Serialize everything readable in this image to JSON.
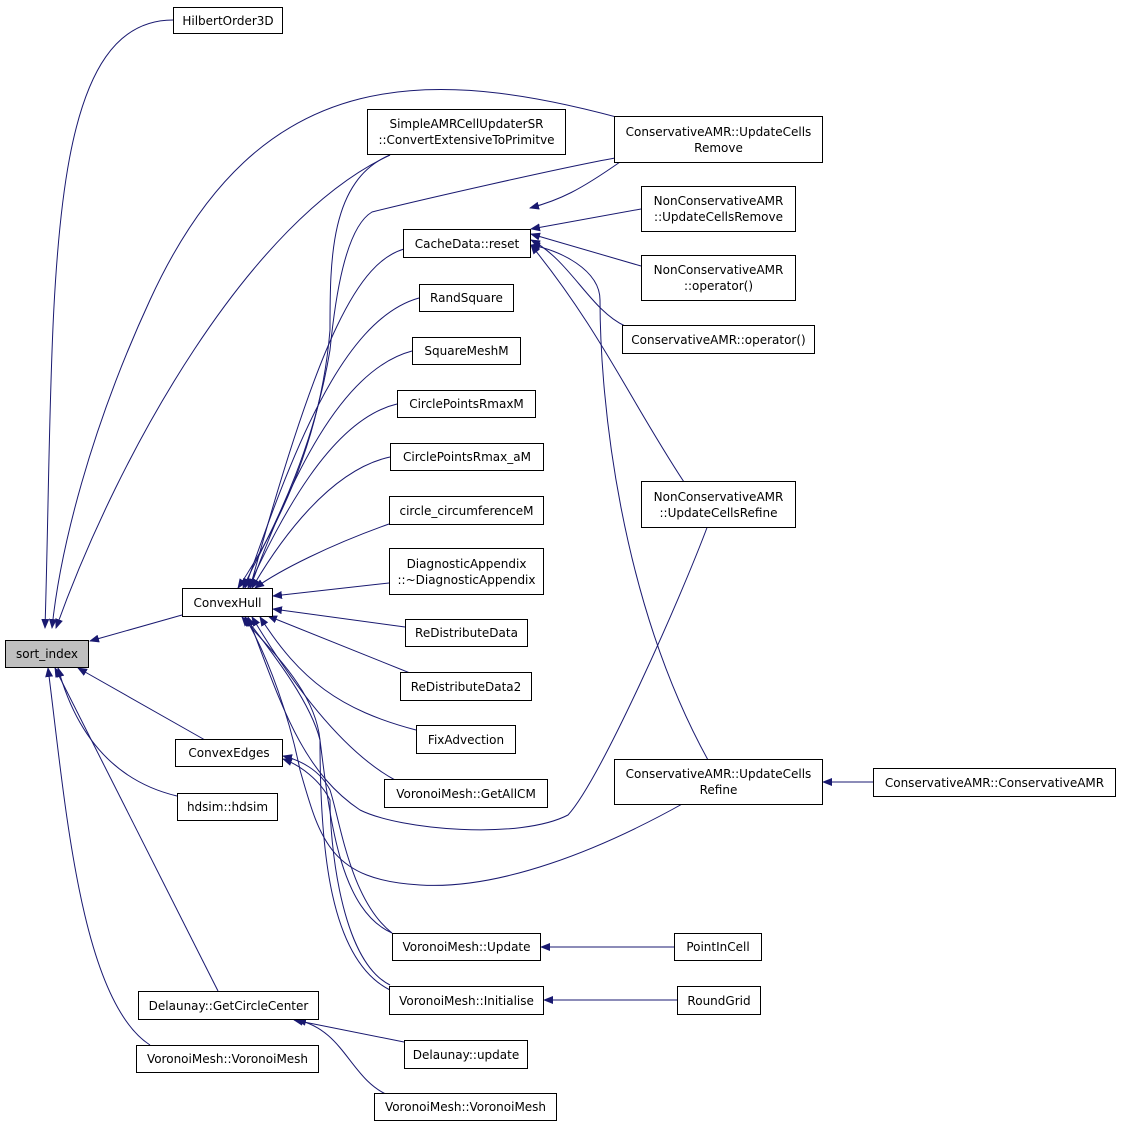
{
  "colors": {
    "edge": "#191970",
    "root_fill": "#bfbfbf",
    "node_fill": "#ffffff",
    "border": "#000000"
  },
  "nodes": {
    "sort_index": {
      "lines": [
        "sort_index"
      ]
    },
    "hilbert": {
      "lines": [
        "HilbertOrder3D"
      ]
    },
    "simpleamr": {
      "lines": [
        "SimpleAMRCellUpdaterSR",
        "::ConvertExtensiveToPrimitve"
      ]
    },
    "cons_update_remove": {
      "lines": [
        "ConservativeAMR::UpdateCells",
        "Remove"
      ]
    },
    "noncons_update_remove": {
      "lines": [
        "NonConservativeAMR",
        "::UpdateCellsRemove"
      ]
    },
    "cachedata_reset": {
      "lines": [
        "CacheData::reset"
      ]
    },
    "noncons_operator": {
      "lines": [
        "NonConservativeAMR",
        "::operator()"
      ]
    },
    "randsquare": {
      "lines": [
        "RandSquare"
      ]
    },
    "cons_operator": {
      "lines": [
        "ConservativeAMR::operator()"
      ]
    },
    "squaremesh": {
      "lines": [
        "SquareMeshM"
      ]
    },
    "circlermax": {
      "lines": [
        "CirclePointsRmaxM"
      ]
    },
    "circlermax_a": {
      "lines": [
        "CirclePointsRmax_aM"
      ]
    },
    "noncons_update_refine": {
      "lines": [
        "NonConservativeAMR",
        "::UpdateCellsRefine"
      ]
    },
    "circle_circ": {
      "lines": [
        "circle_circumferenceM"
      ]
    },
    "diag": {
      "lines": [
        "DiagnosticAppendix",
        "::~DiagnosticAppendix"
      ]
    },
    "convexhull": {
      "lines": [
        "ConvexHull"
      ]
    },
    "redist": {
      "lines": [
        "ReDistributeData"
      ]
    },
    "redist2": {
      "lines": [
        "ReDistributeData2"
      ]
    },
    "fixadvection": {
      "lines": [
        "FixAdvection"
      ]
    },
    "convexedges": {
      "lines": [
        "ConvexEdges"
      ]
    },
    "cons_update_refine": {
      "lines": [
        "ConservativeAMR::UpdateCells",
        "Refine"
      ]
    },
    "cons_ctor": {
      "lines": [
        "ConservativeAMR::ConservativeAMR"
      ]
    },
    "getallcm": {
      "lines": [
        "VoronoiMesh::GetAllCM"
      ]
    },
    "hdsim": {
      "lines": [
        "hdsim::hdsim"
      ]
    },
    "vm_update": {
      "lines": [
        "VoronoiMesh::Update"
      ]
    },
    "pointincell": {
      "lines": [
        "PointInCell"
      ]
    },
    "vm_init": {
      "lines": [
        "VoronoiMesh::Initialise"
      ]
    },
    "roundgrid": {
      "lines": [
        "RoundGrid"
      ]
    },
    "getcirclecenter": {
      "lines": [
        "Delaunay::GetCircleCenter"
      ]
    },
    "vm_ctor_left": {
      "lines": [
        "VoronoiMesh::VoronoiMesh"
      ]
    },
    "del_update": {
      "lines": [
        "Delaunay::update"
      ]
    },
    "vm_ctor_bottom": {
      "lines": [
        "VoronoiMesh::VoronoiMesh"
      ]
    }
  }
}
